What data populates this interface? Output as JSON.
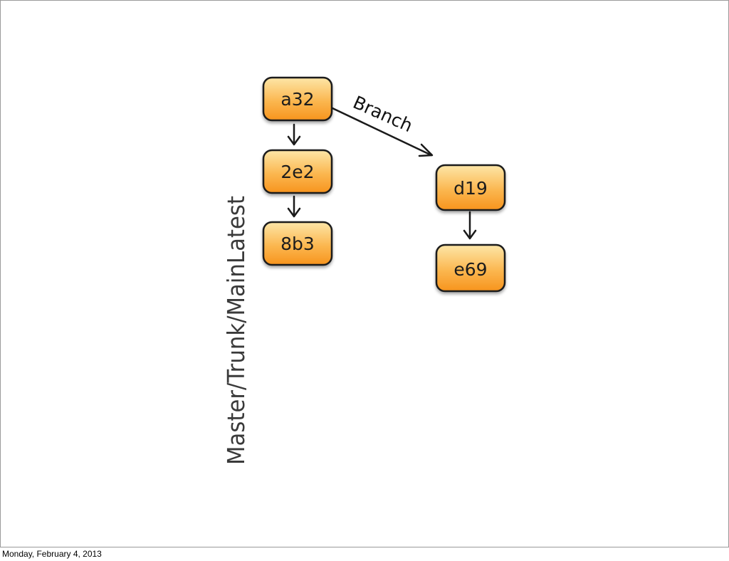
{
  "footer": {
    "date": "Monday, February 4, 2013"
  },
  "diagram": {
    "commits": {
      "a32": "a32",
      "c2e2": "2e2",
      "c8b3": "8b3",
      "d19": "d19",
      "e69": "e69"
    },
    "branch_label": "Branch",
    "trunk_label": "Master/Trunk/MainLatest"
  },
  "colors": {
    "node_fill_top": "#fde6a8",
    "node_fill_bottom": "#f7941d",
    "node_border": "#1a1a1a",
    "arrow": "#1a1a1a"
  }
}
